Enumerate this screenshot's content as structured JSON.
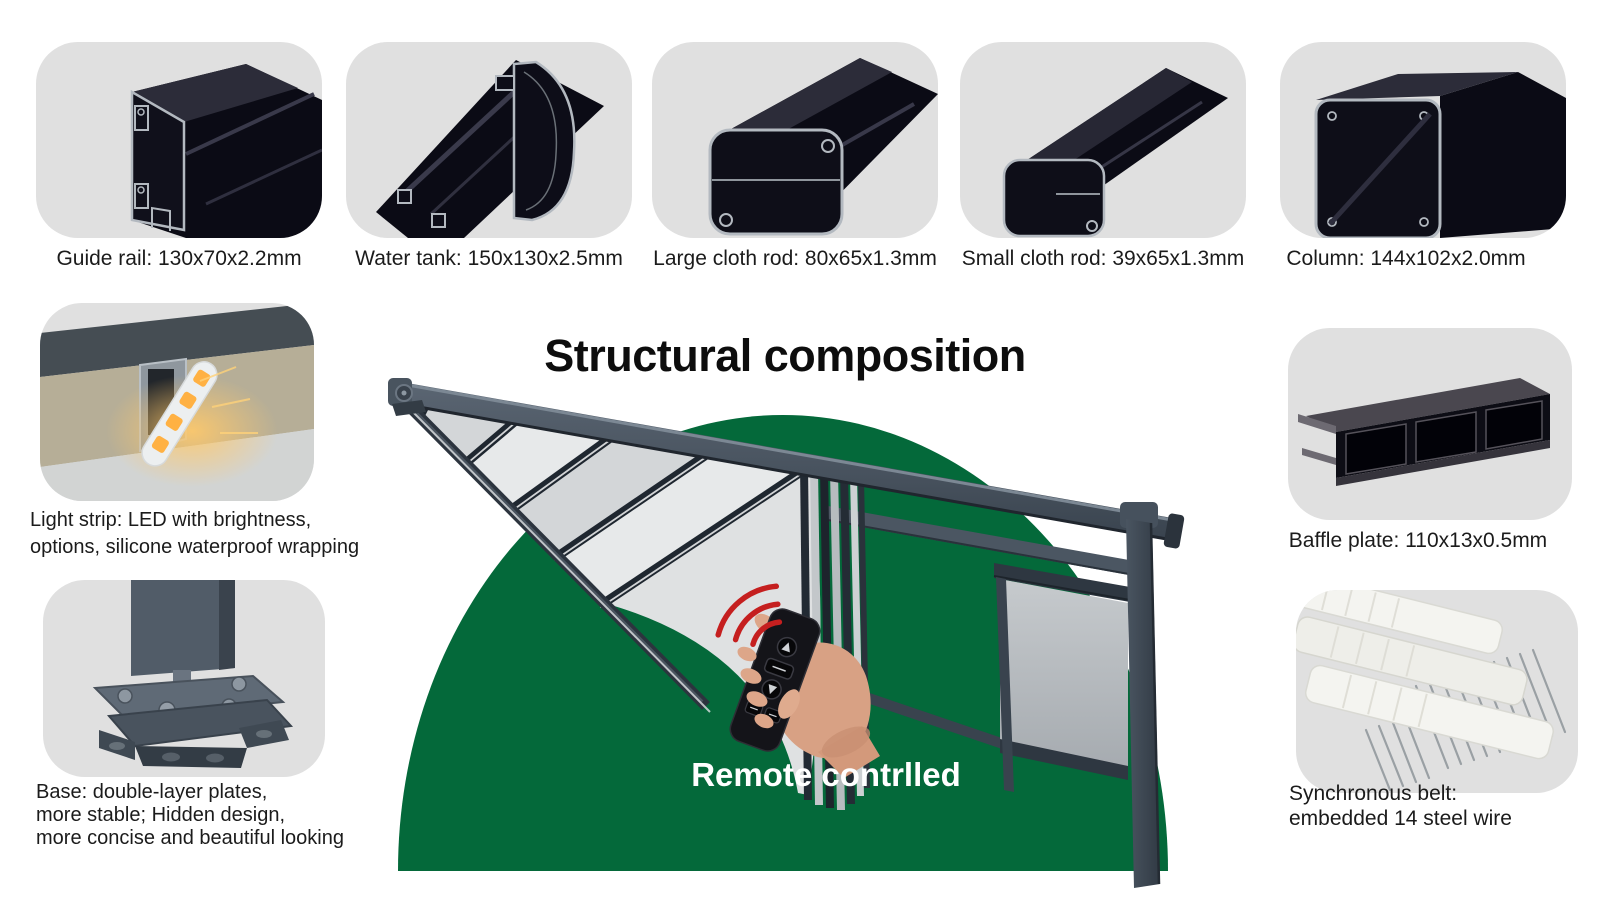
{
  "title": "Structural composition",
  "top_parts": [
    {
      "id": "guide-rail",
      "label": "Guide rail: 130x70x2.2mm"
    },
    {
      "id": "water-tank",
      "label": "Water tank: 150x130x2.5mm"
    },
    {
      "id": "large-cloth-rod",
      "label": "Large cloth rod: 80x65x1.3mm"
    },
    {
      "id": "small-cloth-rod",
      "label": "Small cloth rod: 39x65x1.3mm"
    },
    {
      "id": "column",
      "label": "Column: 144x102x2.0mm"
    }
  ],
  "side_parts": {
    "light_strip": {
      "line1": "Light strip: LED with brightness,",
      "line2": "options, silicone waterproof wrapping"
    },
    "base": {
      "line1": "Base: double-layer plates,",
      "line2": "more stable; Hidden design,",
      "line3": "more concise and beautiful looking"
    },
    "baffle_plate": {
      "label": "Baffle plate: 110x13x0.5mm"
    },
    "synchronous_belt": {
      "line1": "Synchronous belt:",
      "line2": "embedded 14 steel wire"
    }
  },
  "center": {
    "remote_caption": "Remote contrlled"
  },
  "colors": {
    "dome_green": "#04693a",
    "signal_red": "#c51f1f",
    "card_bg": "#e0e0e0",
    "text": "#1b1b1b"
  }
}
